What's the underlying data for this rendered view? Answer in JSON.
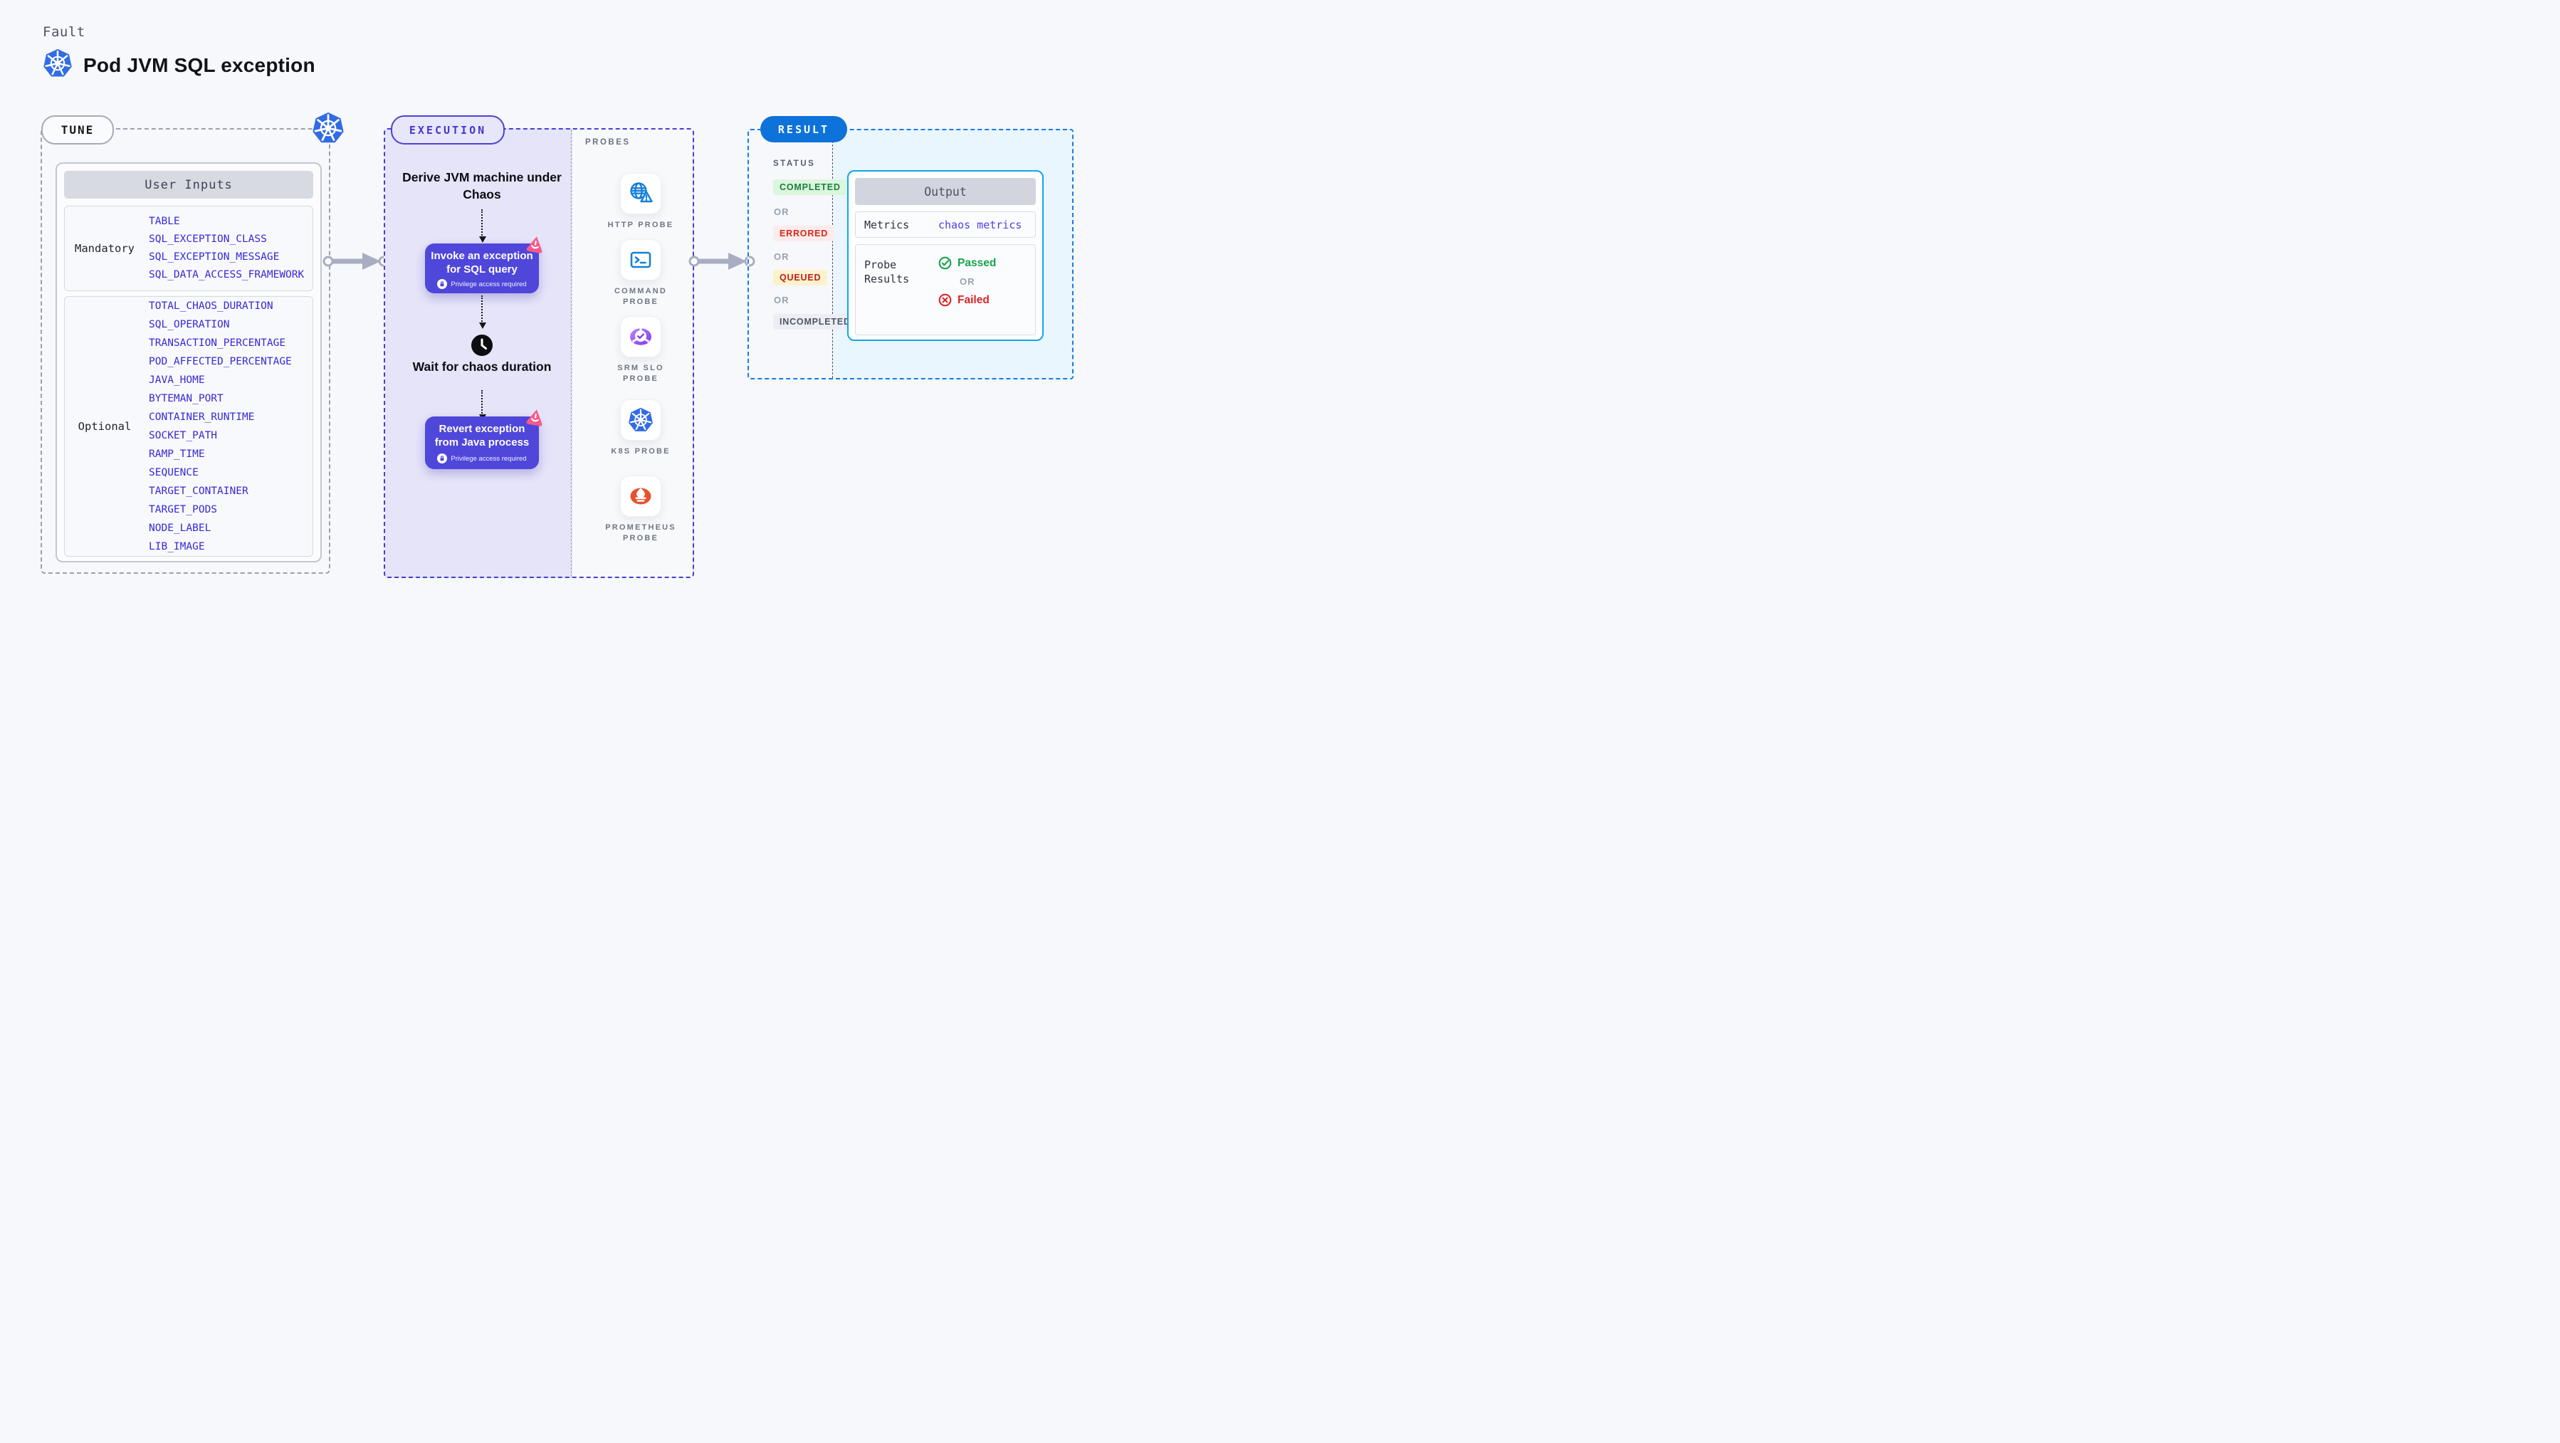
{
  "header": {
    "kicker": "Fault",
    "title": "Pod JVM SQL exception"
  },
  "tune": {
    "pill": "TUNE",
    "user_inputs": {
      "title": "User Inputs",
      "groups": [
        {
          "label": "Mandatory",
          "params": [
            "TABLE",
            "SQL_EXCEPTION_CLASS",
            "SQL_EXCEPTION_MESSAGE",
            "SQL_DATA_ACCESS_FRAMEWORK"
          ]
        },
        {
          "label": "Optional",
          "params": [
            "TOTAL_CHAOS_DURATION",
            "SQL_OPERATION",
            "TRANSACTION_PERCENTAGE",
            "POD_AFFECTED_PERCENTAGE",
            "JAVA_HOME",
            "BYTEMAN_PORT",
            "CONTAINER_RUNTIME",
            "SOCKET_PATH",
            "RAMP_TIME",
            "SEQUENCE",
            "TARGET_CONTAINER",
            "TARGET_PODS",
            "NODE_LABEL",
            "LIB_IMAGE"
          ]
        }
      ]
    }
  },
  "execution": {
    "pill": "EXECUTION",
    "steps": [
      {
        "type": "text",
        "label": "Derive JVM machine under Chaos"
      },
      {
        "type": "action",
        "label": "Invoke an exception for SQL query",
        "note": "Privilege access required"
      },
      {
        "type": "wait",
        "label": "Wait for chaos duration"
      },
      {
        "type": "action",
        "label": "Revert exception from Java process",
        "note": "Privilege access required"
      }
    ],
    "probes": {
      "title": "PROBES",
      "items": [
        {
          "name": "HTTP PROBE",
          "icon": "http-probe-icon"
        },
        {
          "name": "COMMAND PROBE",
          "icon": "command-probe-icon"
        },
        {
          "name": "SRM SLO PROBE",
          "icon": "srm-slo-probe-icon"
        },
        {
          "name": "K8S PROBE",
          "icon": "k8s-probe-icon"
        },
        {
          "name": "PROMETHEUS PROBE",
          "icon": "prometheus-probe-icon"
        }
      ]
    }
  },
  "result": {
    "pill": "RESULT",
    "status": {
      "title": "STATUS",
      "separator": "OR",
      "values": [
        "COMPLETED",
        "ERRORED",
        "QUEUED",
        "INCOMPLETED"
      ]
    },
    "output": {
      "title": "Output",
      "metrics_label": "Metrics",
      "metrics_value": "chaos metrics",
      "probe_label": "Probe Results",
      "passed": "Passed",
      "separator": "OR",
      "failed": "Failed"
    }
  },
  "colors": {
    "page_bg": "#f7f8fb",
    "kubernetes_blue": "#326ce5",
    "action_indigo": "#4f46da",
    "execution_lavender": "#e5e4f9",
    "execution_border": "#4740cc",
    "litmus_pink": "#fa5a8c",
    "probe_icon_blue": "#1480d8",
    "srm_purple": "#8b5cf6",
    "prometheus_orange": "#e6522c",
    "result_blue": "#0d72da",
    "output_border_cyan": "#13a5e4",
    "result_bg_cyan": "#e9f6fd",
    "passed_green": "#16a34a",
    "failed_red": "#dc2626",
    "completed_bg": "#dcf5dd",
    "errored_bg": "#fdecec",
    "queued_bg": "#fdf2cc",
    "incompleted_bg": "#eceef4",
    "param_link_blue": "#3629d6"
  }
}
